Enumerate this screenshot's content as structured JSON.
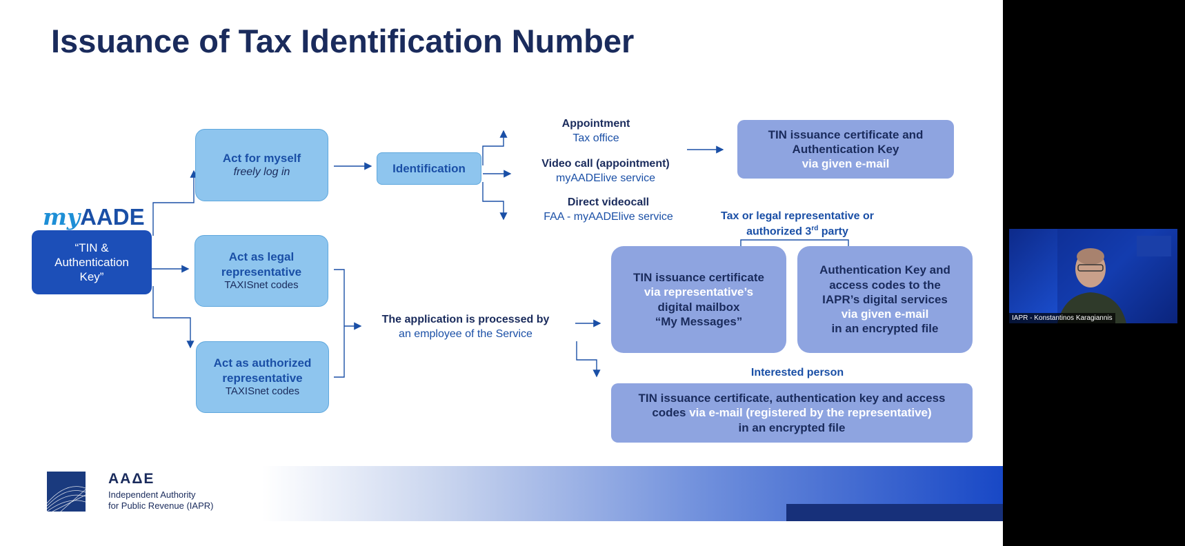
{
  "slide": {
    "title": "Issuance of Tax Identification Number",
    "logo": {
      "brand_my": "my",
      "brand_aade": "AADE"
    },
    "start_box": {
      "line1": "“TIN &",
      "line2": "Authentication",
      "line3": "Key”"
    },
    "act_myself": {
      "title": "Act for myself",
      "sub": "freely log in"
    },
    "act_legal": {
      "title_line1": "Act as legal",
      "title_line2": "representative",
      "sub": "TAXISnet codes"
    },
    "act_authorized": {
      "title_line1": "Act as authorized",
      "title_line2": "representative",
      "sub": "TAXISnet codes"
    },
    "identification": "Identification",
    "options": [
      {
        "title": "Appointment",
        "sub": "Tax office"
      },
      {
        "title": "Video call (appointment)",
        "sub": "myAADElive service"
      },
      {
        "title": "Direct videocall",
        "sub": "FAA - myAADElive service"
      }
    ],
    "result_top": {
      "line1": "TIN issuance certificate and",
      "line2": "Authentication Key",
      "line3": "via given e-mail"
    },
    "processed": {
      "line1": "The application is processed by",
      "line2": "an employee of the Service"
    },
    "rep_label": {
      "line1": "Tax or legal representative or",
      "line2_prefix": "authorized 3",
      "sup": "rd",
      "line2_suffix": " party"
    },
    "rep_box_left": {
      "line1": "TIN issuance certificate",
      "line2": "via representative’s",
      "line3": "digital mailbox",
      "line4": "“My Messages”"
    },
    "rep_box_right": {
      "line1": "Authentication Key and",
      "line2": "access codes to the",
      "line3": "IAPR’s digital services",
      "line4": "via given e-mail",
      "line5": "in an encrypted file"
    },
    "interested_label": "Interested person",
    "interested_box": {
      "line1": "TIN issuance certificate, authentication key and access",
      "line2a": "codes ",
      "line2b": "via e-mail (registered by the representative)",
      "line3": "in an encrypted file"
    },
    "footer": {
      "org_short": "ΑΑΔΕ",
      "org_line1": "Independent Authority",
      "org_line2": "for Public Revenue (IAPR)"
    }
  },
  "video": {
    "participant": "IAPR - Konstantinos Karagiannis"
  }
}
